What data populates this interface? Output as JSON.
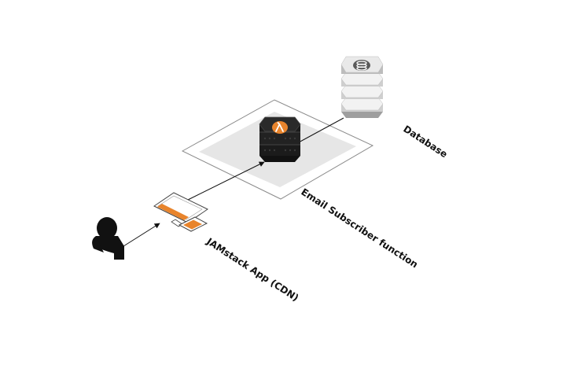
{
  "labels": {
    "database": "Database",
    "function": "Email Subscriber function",
    "app": "JAMstack App (CDN)"
  },
  "colors": {
    "accent": "#e8842c",
    "dark": "#1b1b1b",
    "platform_fill": "#e6e6e6",
    "db_light": "#f2f2f2",
    "db_mid": "#cfcfcf",
    "db_dark": "#9e9e9e",
    "line": "#111111"
  },
  "icons": {
    "user": "person-icon",
    "app": "devices-icon",
    "function": "lambda-icon",
    "database": "database-icon"
  }
}
